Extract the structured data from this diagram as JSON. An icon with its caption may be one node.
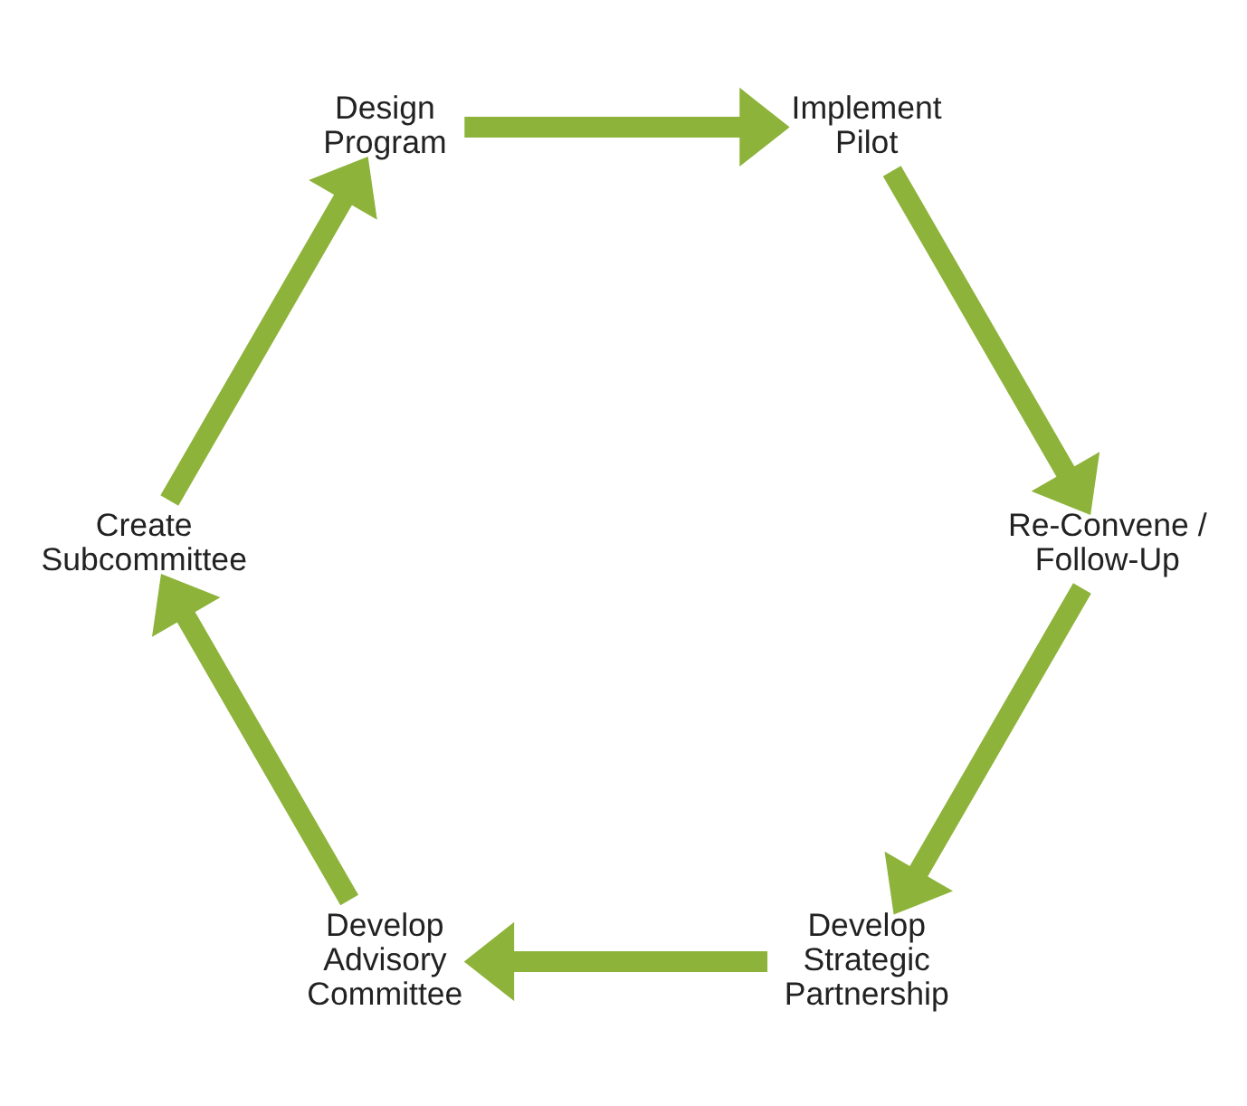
{
  "diagram": {
    "nodes": [
      {
        "text": [
          "Develop Strategic Partnership"
        ]
      },
      {
        "text": [
          "Develop Advisory Committee"
        ]
      },
      {
        "text": [
          "Create Subcommittee"
        ]
      },
      {
        "text": [
          "Design Program"
        ]
      },
      {
        "text": [
          "Implement Pilot"
        ]
      },
      {
        "text": [
          "Re-Convene / Follow-Up"
        ]
      }
    ],
    "edges": [
      {
        "from": 0,
        "to": 1,
        "arrow": "to"
      },
      {
        "from": 1,
        "to": 2,
        "arrow": "to"
      },
      {
        "from": 2,
        "to": 3,
        "arrow": "to"
      },
      {
        "from": 3,
        "to": 4,
        "arrow": "to"
      },
      {
        "from": 4,
        "to": 5,
        "arrow": "to"
      },
      {
        "from": 5,
        "to": 0,
        "arrow": "to"
      }
    ]
  }
}
